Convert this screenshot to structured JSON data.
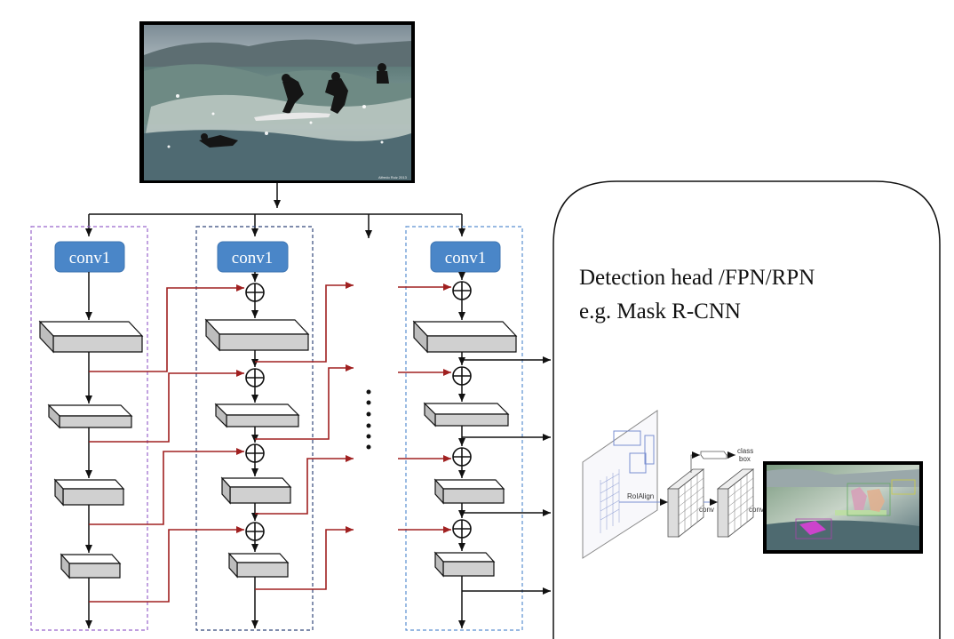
{
  "backbone": {
    "conv_label": "conv1"
  },
  "head": {
    "line1": "Detection head /FPN/RPN",
    "line2": "e.g. Mask R-CNN"
  },
  "mask_rcnn_inset": {
    "roi_align": "RoIAlign",
    "conv_a": "conv",
    "conv_b": "conv",
    "class_label": "class",
    "box_label": "box"
  },
  "photo_credit": "Alfredo Ruiz 2013",
  "colors": {
    "conv_fill": "#4a86c8",
    "conv_stroke": "#3f76b2",
    "lateral_arrow": "#a02020",
    "branch_box_1": "#9966cc",
    "branch_box_2": "#33487a",
    "branch_box_3": "#5b8fd0"
  }
}
